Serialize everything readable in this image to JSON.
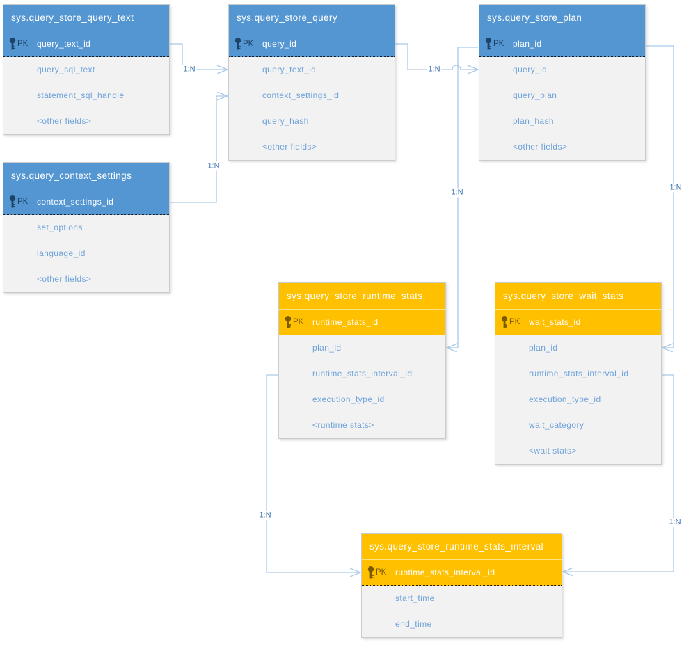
{
  "diagram": {
    "title_note": "SQL Server Query Store catalog views entity-relationship diagram",
    "colors": {
      "blue_header": "#5496d2",
      "blue_pk_accent": "#1d4467",
      "orange_header": "#ffc000",
      "orange_pk_accent": "#7a5a00",
      "body_background": "#f2f2f2",
      "field_text": "#6fa3da",
      "connector_line": "#a9c9e8",
      "relationship_label_text": "#3f74b4"
    },
    "tables": [
      {
        "title": "sys.query_store_query_text",
        "pk_label": "PK",
        "pk_field": "query_text_id",
        "fields": [
          "query_sql_text",
          "statement_sql_handle",
          "<other fields>"
        ]
      },
      {
        "title": "sys.query_store_query",
        "pk_label": "PK",
        "pk_field": "query_id",
        "fields": [
          "query_text_id",
          "context_settings_id",
          "query_hash",
          "<other fields>"
        ]
      },
      {
        "title": "sys.query_store_plan",
        "pk_label": "PK",
        "pk_field": "plan_id",
        "fields": [
          "query_id",
          "query_plan",
          "plan_hash",
          "<other fields>"
        ]
      },
      {
        "title": "sys.query_context_settings",
        "pk_label": "PK",
        "pk_field": "context_settings_id",
        "fields": [
          "set_options",
          "language_id",
          "<other fields>"
        ]
      },
      {
        "title": "sys.query_store_runtime_stats",
        "pk_label": "PK",
        "pk_field": "runtime_stats_id",
        "fields": [
          "plan_id",
          "runtime_stats_interval_id",
          "execution_type_id",
          "<runtime stats>"
        ]
      },
      {
        "title": "sys.query_store_wait_stats",
        "pk_label": "PK",
        "pk_field": "wait_stats_id",
        "fields": [
          "plan_id",
          "runtime_stats_interval_id",
          "execution_type_id",
          "wait_category",
          "<wait stats>"
        ]
      },
      {
        "title": "sys.query_store_runtime_stats_interval",
        "pk_label": "PK",
        "pk_field": "runtime_stats_interval_id",
        "fields": [
          "start_time",
          "end_time"
        ]
      }
    ],
    "relationships": [
      {
        "from": "sys.query_store_query_text",
        "to": "sys.query_store_query",
        "label": "1:N"
      },
      {
        "from": "sys.query_context_settings",
        "to": "sys.query_store_query",
        "label": "1:N"
      },
      {
        "from": "sys.query_store_query",
        "to": "sys.query_store_plan",
        "label": "1:N"
      },
      {
        "from": "sys.query_store_plan",
        "to": "sys.query_store_runtime_stats",
        "label": "1:N"
      },
      {
        "from": "sys.query_store_plan",
        "to": "sys.query_store_wait_stats",
        "label": "1:N"
      },
      {
        "from": "sys.query_store_runtime_stats",
        "to": "sys.query_store_runtime_stats_interval",
        "label": "1:N"
      },
      {
        "from": "sys.query_store_wait_stats",
        "to": "sys.query_store_runtime_stats_interval",
        "label": "1:N"
      }
    ]
  }
}
